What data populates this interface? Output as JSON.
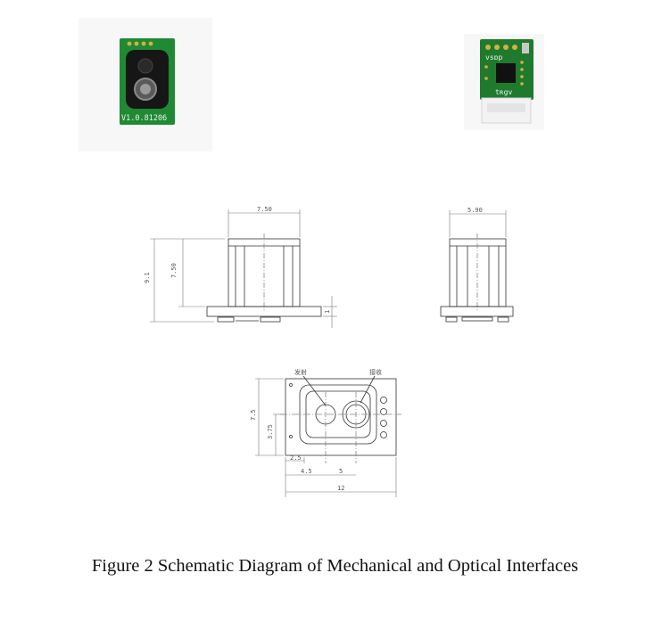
{
  "photos": {
    "left_board_text": "V1.0.81206",
    "right_board_top_text": "vsɒp",
    "right_board_bottom_text": "tʀgv"
  },
  "side_view": {
    "width_label": "7.50",
    "body_height_label": "7.50",
    "total_height_label": "9.1",
    "pcb_thickness_label": "1"
  },
  "end_view": {
    "width_label": "5.90"
  },
  "bottom_view": {
    "emit_label": "发射",
    "receive_label": "接收",
    "height_label": "7.5",
    "center_height_label": "3.75",
    "offset_small_label": "2.5",
    "offset_label": "4.5",
    "spacing_label": "5",
    "total_width_label": "12"
  },
  "caption": "Figure 2 Schematic Diagram of Mechanical and Optical Interfaces",
  "colors": {
    "pcb_green": "#1f7a2e",
    "line": "#333333",
    "dim_line": "#777777"
  }
}
